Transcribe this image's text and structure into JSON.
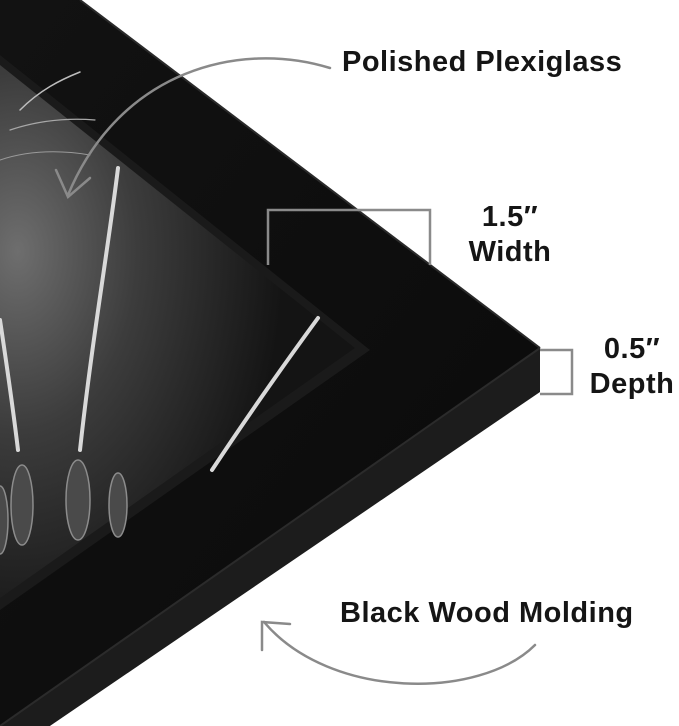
{
  "labels": {
    "plexiglass": "Polished Plexiglass",
    "width_value": "1.5″",
    "width_word": "Width",
    "depth_value": "0.5″",
    "depth_word": "Depth",
    "molding": "Black Wood Molding"
  },
  "colors": {
    "background": "#ffffff",
    "frame": "#0d0d0d",
    "frame_edge": "#1c1c1c",
    "photo_dark": "#1a1a1a",
    "annotation_gray": "#8a8a8a",
    "text": "#151515"
  },
  "icons": [
    "curved-arrow-icon",
    "curved-arrow-icon"
  ]
}
